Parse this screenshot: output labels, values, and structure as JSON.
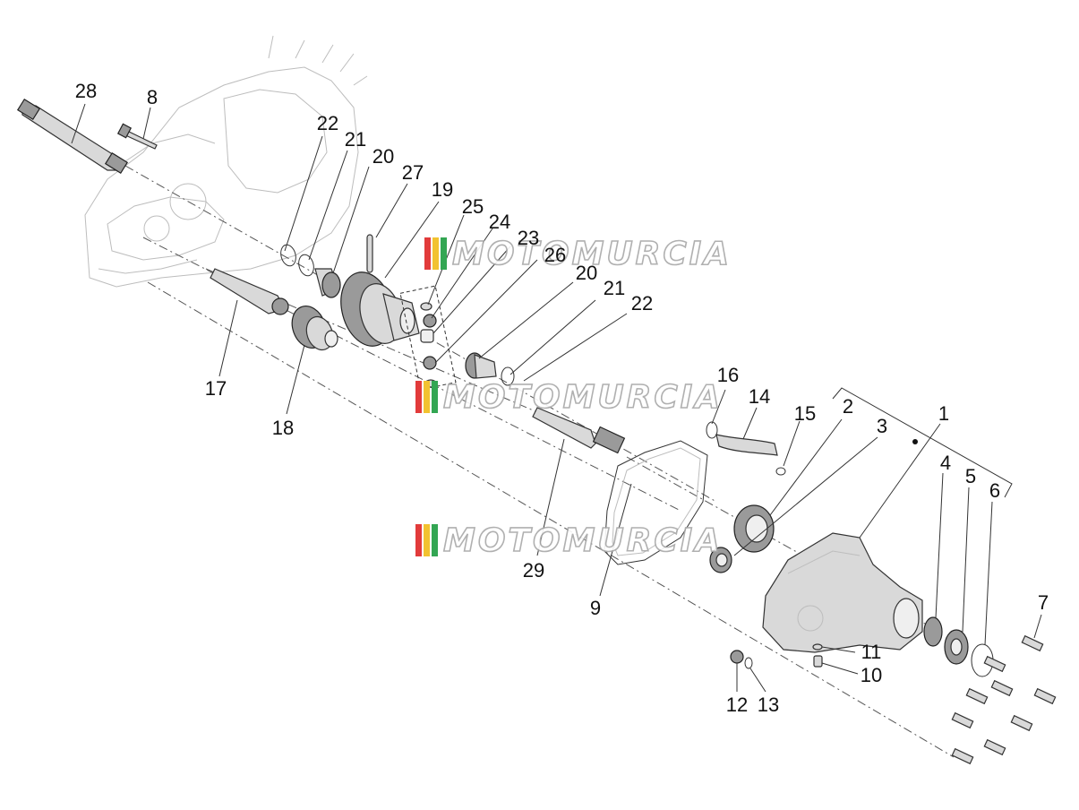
{
  "diagram": {
    "callouts": [
      "1",
      "2",
      "3",
      "4",
      "5",
      "6",
      "7",
      "8",
      "9",
      "10",
      "11",
      "12",
      "13",
      "14",
      "15",
      "16",
      "17",
      "18",
      "19",
      "20",
      "21",
      "22",
      "25",
      "24",
      "23",
      "26",
      "27",
      "28",
      "29",
      "20",
      "21",
      "22"
    ]
  },
  "watermark": {
    "text": "MOTOMURCIA",
    "flag_colors": [
      "#e23b3b",
      "#f2c230",
      "#33a653"
    ]
  }
}
